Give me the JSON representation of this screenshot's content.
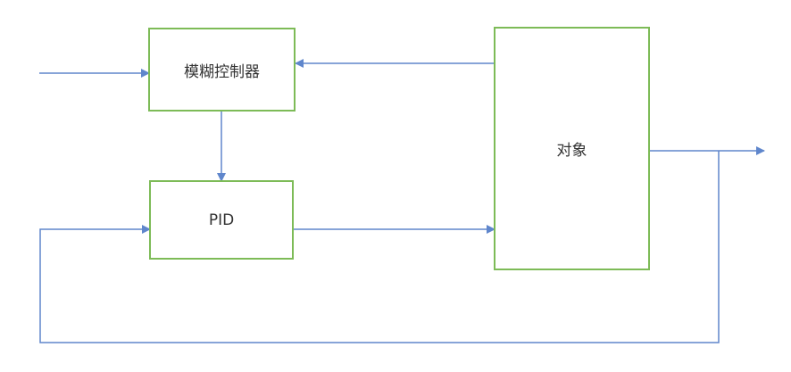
{
  "diagram": {
    "type": "block-diagram",
    "blocks": {
      "fuzzy_controller": {
        "label": "模糊控制器"
      },
      "pid": {
        "label": "PID"
      },
      "plant": {
        "label": "对象"
      }
    },
    "connections": [
      {
        "from": "input",
        "to": "fuzzy_controller"
      },
      {
        "from": "plant",
        "to": "fuzzy_controller"
      },
      {
        "from": "fuzzy_controller",
        "to": "pid"
      },
      {
        "from": "pid",
        "to": "plant"
      },
      {
        "from": "plant",
        "to": "output"
      },
      {
        "from": "output",
        "to": "pid",
        "kind": "feedback"
      }
    ],
    "colors": {
      "block_border": "#7dbb57",
      "connector": "#4472c4"
    }
  }
}
